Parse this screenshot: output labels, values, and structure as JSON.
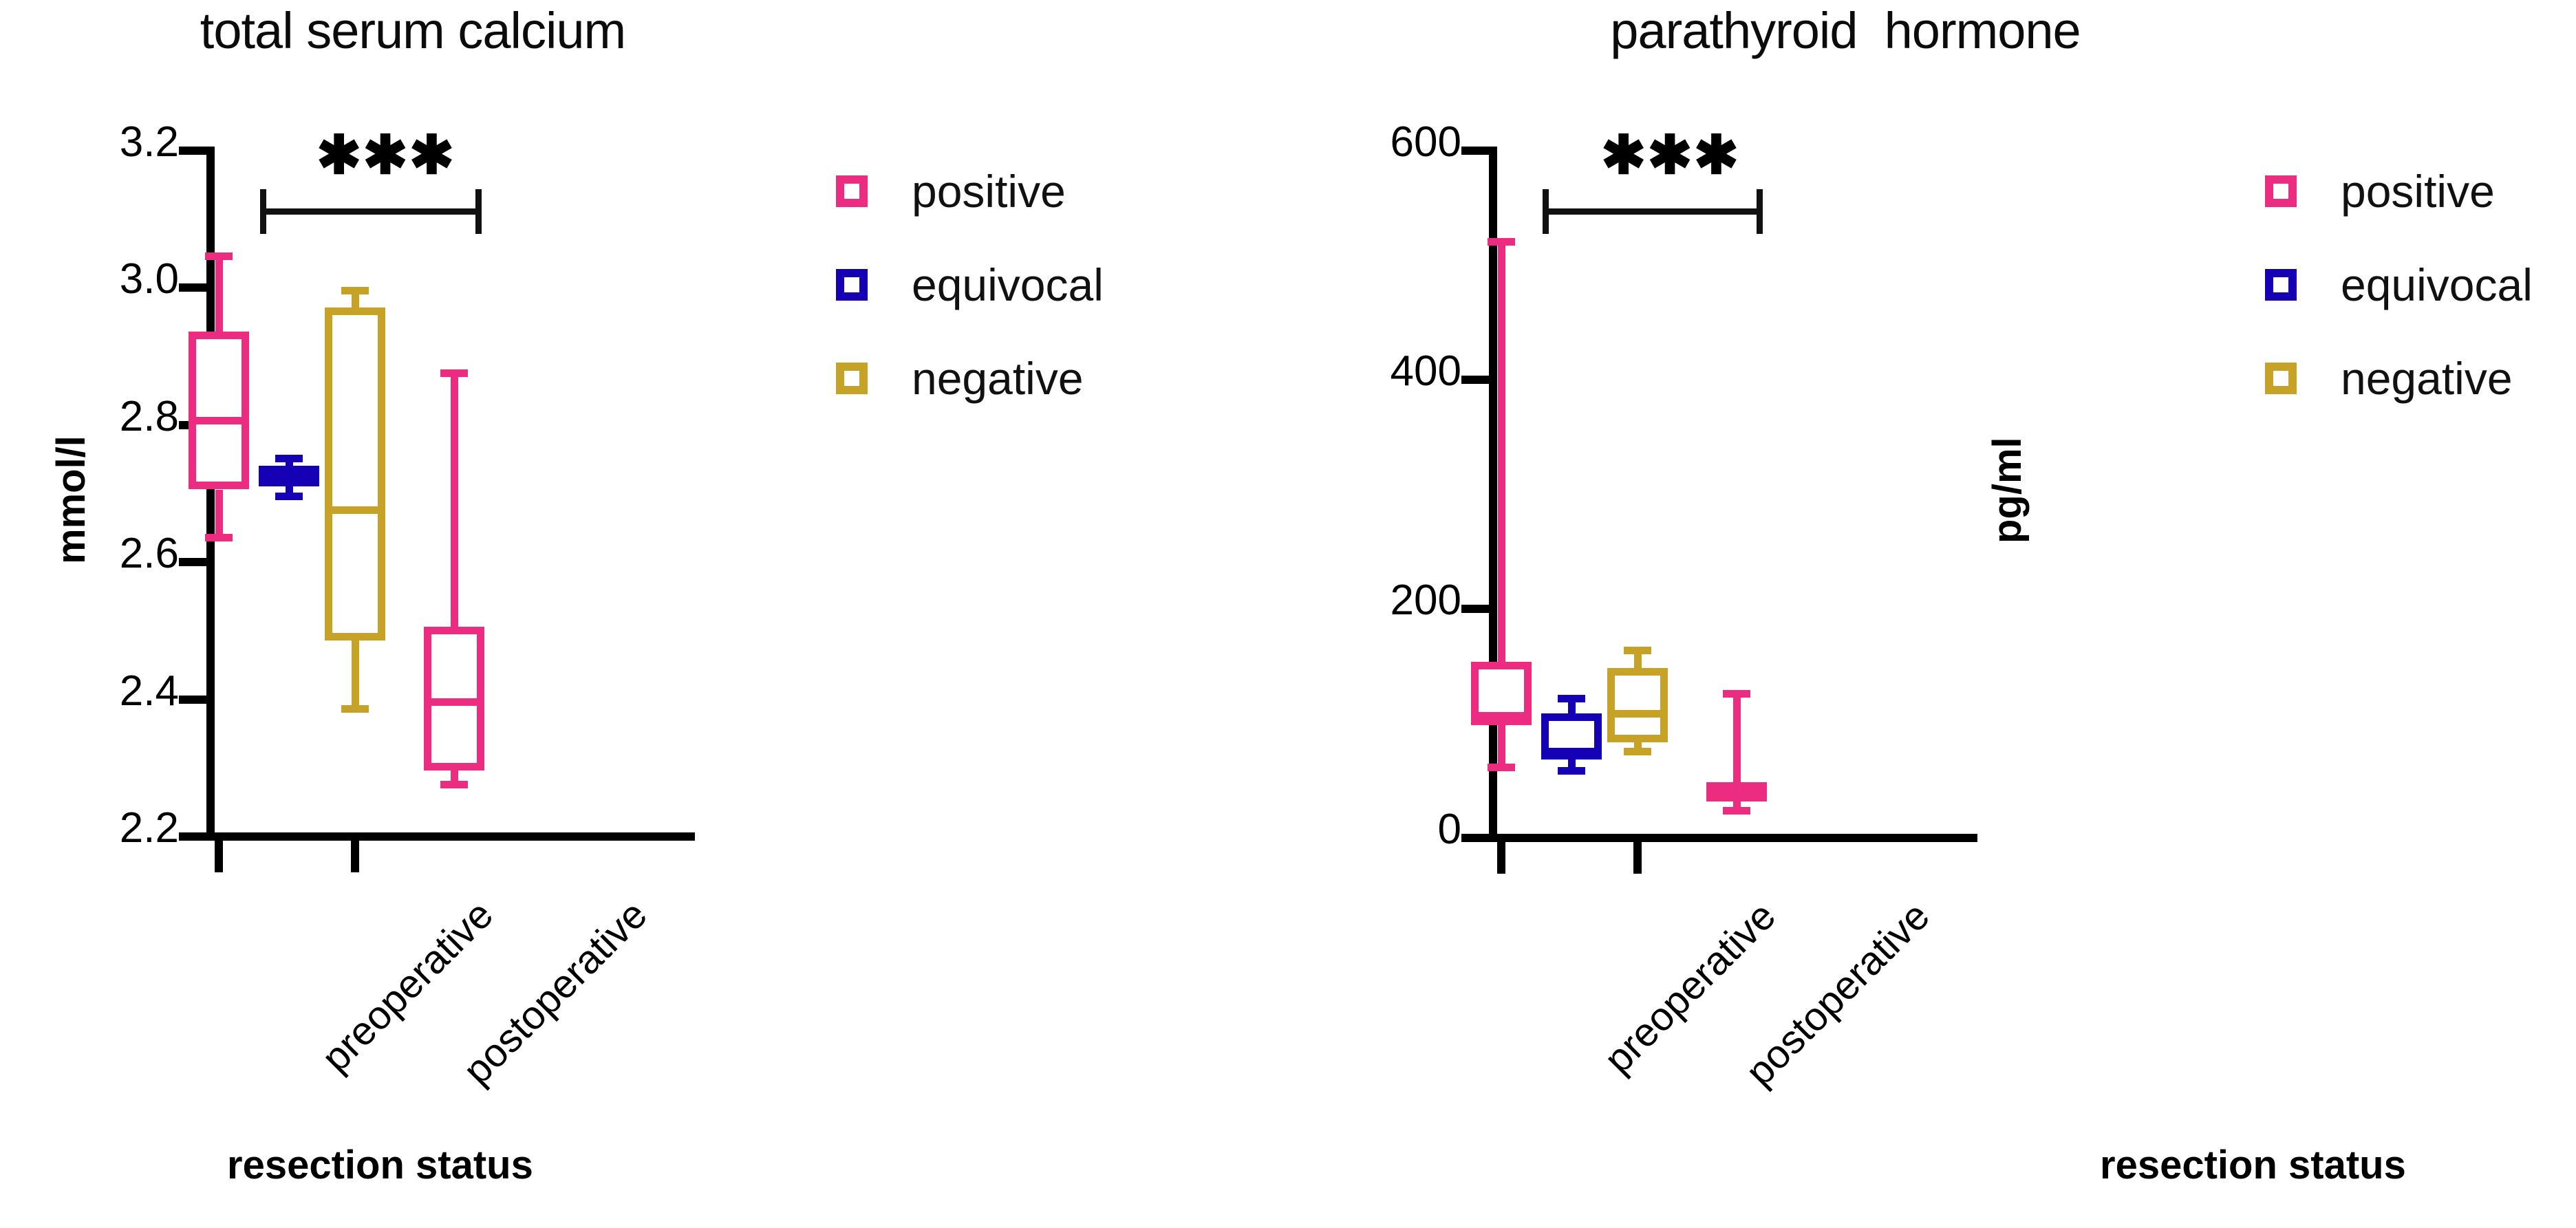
{
  "figure": {
    "panels": [
      "total serum calcium",
      "parathyroid  hormone"
    ]
  },
  "legend": {
    "items": [
      {
        "label": "positive",
        "color": "#EC2C80"
      },
      {
        "label": "equivocal",
        "color": "#1500B5"
      },
      {
        "label": "negative",
        "color": "#C6A326"
      }
    ]
  },
  "significance": {
    "stars": "✱✱✱",
    "from": "preoperative",
    "to": "postoperative"
  },
  "chart_data": [
    {
      "type": "box",
      "title": "total serum calcium",
      "xlabel": "resection status",
      "ylabel": "mmol/l",
      "ylim": [
        2.2,
        3.2
      ],
      "yticks": [
        "2.2",
        "2.4",
        "2.6",
        "2.8",
        "3.0",
        "3.2"
      ],
      "ytick_values": [
        2.2,
        2.4,
        2.6,
        2.8,
        3.0,
        3.2
      ],
      "categories": [
        "preoperative",
        "postoperative"
      ],
      "grid": false,
      "legend_position": "right",
      "annotation": "*** preoperative vs postoperative",
      "boxes": [
        {
          "group": "preoperative",
          "series": "positive",
          "whisker_low": 2.63,
          "q1": 2.7,
          "median": 2.8,
          "q3": 2.93,
          "whisker_high": 3.04,
          "color": "#EC2C80"
        },
        {
          "group": "preoperative",
          "series": "equivocal",
          "whisker_low": 2.69,
          "q1": 2.705,
          "median": 2.72,
          "q3": 2.735,
          "whisker_high": 2.745,
          "color": "#1500B5"
        },
        {
          "group": "preoperative",
          "series": "negative",
          "whisker_low": 2.38,
          "q1": 2.48,
          "median": 2.67,
          "q3": 2.965,
          "whisker_high": 2.99,
          "color": "#C6A326"
        },
        {
          "group": "postoperative",
          "series": "positive",
          "whisker_low": 2.27,
          "q1": 2.29,
          "median": 2.39,
          "q3": 2.5,
          "whisker_high": 2.87,
          "color": "#EC2C80"
        }
      ]
    },
    {
      "type": "box",
      "title": "parathyroid  hormone",
      "xlabel": "resection status",
      "ylabel": "pg/ml",
      "ylim": [
        0,
        600
      ],
      "yticks": [
        "0",
        "200",
        "400",
        "600"
      ],
      "ytick_values": [
        0,
        200,
        400,
        600
      ],
      "categories": [
        "preoperative",
        "postoperative"
      ],
      "grid": false,
      "legend_position": "right",
      "annotation": "*** preoperative vs postoperative",
      "boxes": [
        {
          "group": "preoperative",
          "series": "positive",
          "whisker_low": 58,
          "q1": 95,
          "median": 103,
          "q3": 150,
          "whisker_high": 517,
          "color": "#EC2C80"
        },
        {
          "group": "preoperative",
          "series": "equivocal",
          "whisker_low": 55,
          "q1": 65,
          "median": 72,
          "q3": 105,
          "whisker_high": 118,
          "color": "#1500B5"
        },
        {
          "group": "preoperative",
          "series": "negative",
          "whisker_low": 72,
          "q1": 80,
          "median": 105,
          "q3": 145,
          "whisker_high": 160,
          "color": "#C6A326"
        },
        {
          "group": "postoperative",
          "series": "positive",
          "whisker_low": 20,
          "q1": 28,
          "median": 36,
          "q3": 45,
          "whisker_high": 122,
          "color": "#EC2C80"
        }
      ]
    }
  ]
}
